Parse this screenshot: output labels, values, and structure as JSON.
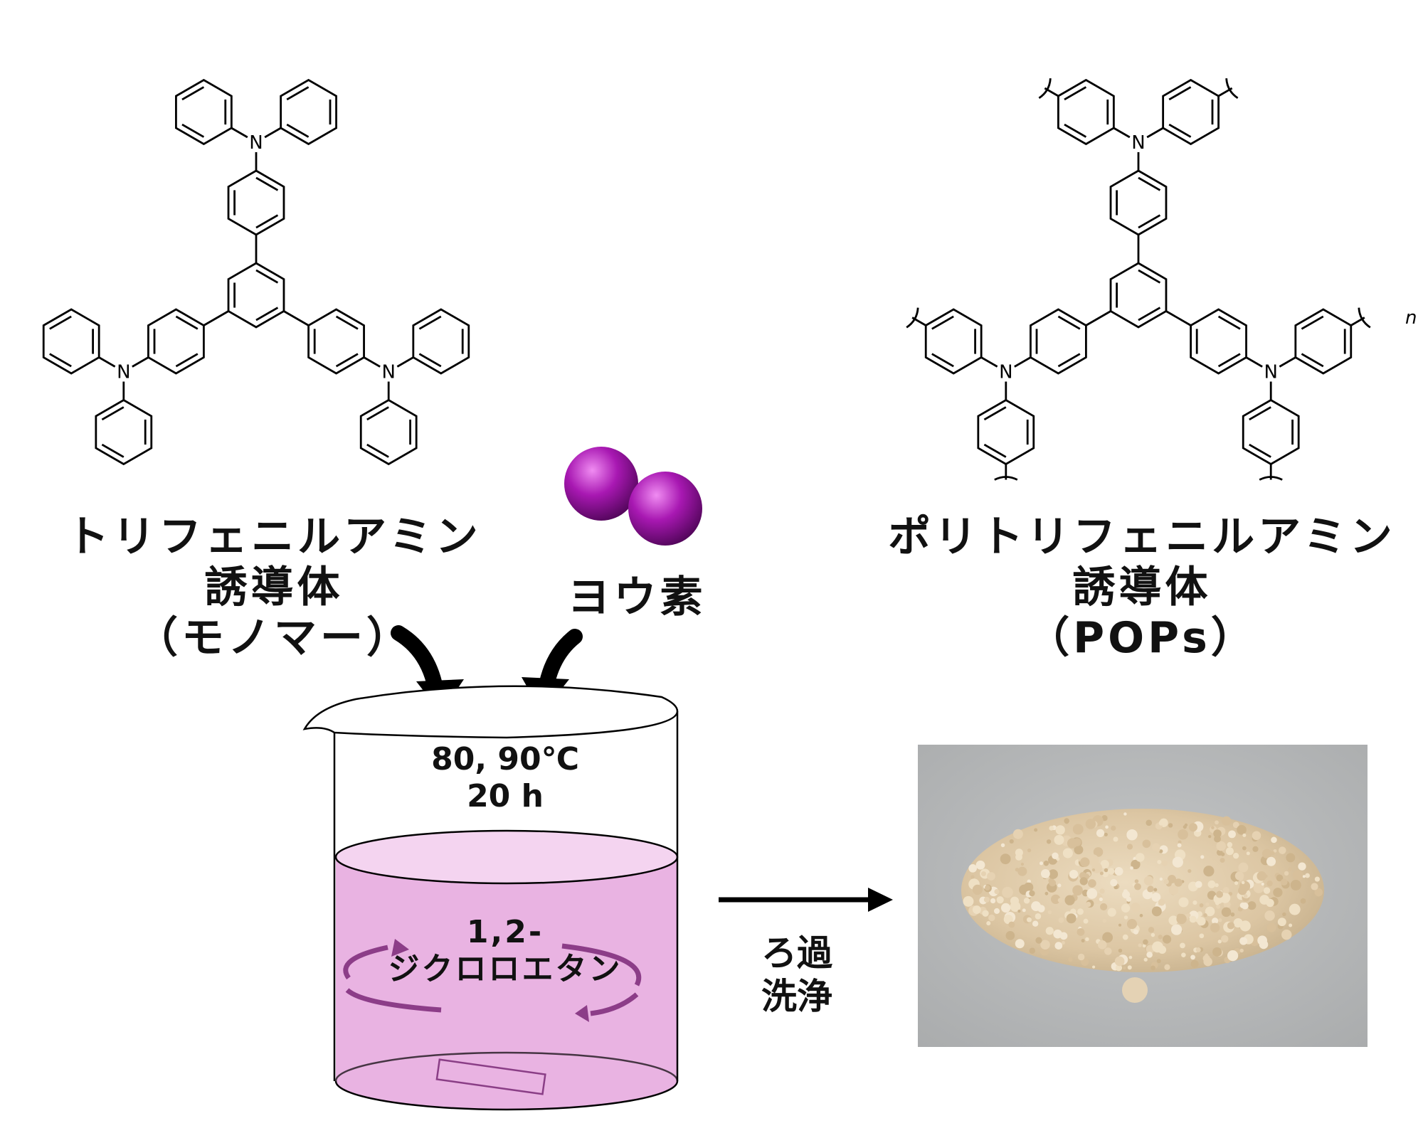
{
  "monomer": {
    "line1": "トリフェニルアミン",
    "line2": "誘導体",
    "line3": "（モノマー）",
    "atom_label": "N"
  },
  "iodine": {
    "label": "ヨウ素",
    "color": "#9b12a5"
  },
  "polymer": {
    "line1": "ポリトリフェニルアミン",
    "line2": "誘導体",
    "line3": "（POPs）",
    "atom_label": "N",
    "repeat_label": "n"
  },
  "reaction": {
    "temperature": "80, 90℃",
    "time": "20 h",
    "solvent_line1": "1,2-",
    "solvent_line2": "ジクロロエタン",
    "solution_color": "#e9b3e2"
  },
  "workup": {
    "line1": "ろ過",
    "line2": "洗浄"
  },
  "product_photo": {
    "background_color": "#b5b7b8",
    "powder_color": "#e2cfb1"
  }
}
